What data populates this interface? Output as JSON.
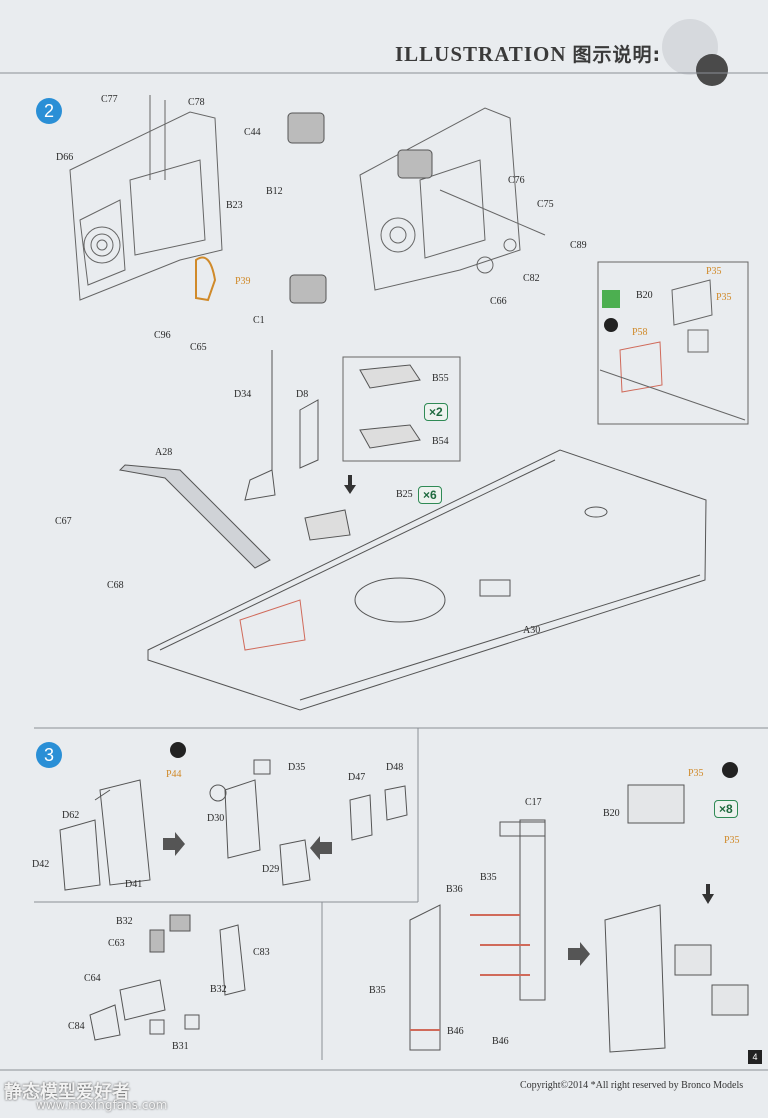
{
  "header": {
    "title": "ILLUSTRATION",
    "title_cn": "图示说明:"
  },
  "steps": [
    {
      "number": "2"
    },
    {
      "number": "3"
    }
  ],
  "quantities": {
    "b54_b55": "×2",
    "b25": "×6",
    "b20": "×8"
  },
  "labels": {
    "C77": "C77",
    "C78": "C78",
    "D66": "D66",
    "C44": "C44",
    "B12": "B12",
    "B23": "B23",
    "P39": "P39",
    "C96": "C96",
    "C65": "C65",
    "C1": "C1",
    "C76": "C76",
    "C75": "C75",
    "C89": "C89",
    "C82": "C82",
    "C66": "C66",
    "P35a": "P35",
    "B20a": "B20",
    "P35b": "P35",
    "P58": "P58",
    "D34": "D34",
    "D8": "D8",
    "B55": "B55",
    "B54": "B54",
    "A28": "A28",
    "B25": "B25",
    "C67": "C67",
    "C68": "C68",
    "A30": "A30",
    "D62": "D62",
    "D42": "D42",
    "D41": "D41",
    "P44": "P44",
    "D35": "D35",
    "D30": "D30",
    "D29": "D29",
    "D47": "D47",
    "D48": "D48",
    "C17": "C17",
    "B35a": "B35",
    "B36": "B36",
    "B35b": "B35",
    "B46a": "B46",
    "B46b": "B46",
    "P35c": "P35",
    "B20b": "B20",
    "P35d": "P35",
    "B32a": "B32",
    "C63": "C63",
    "C83": "C83",
    "C64": "C64",
    "B32b": "B32",
    "C84": "C84",
    "B31": "B31"
  },
  "footer": {
    "copyright": "Copyright©2014  *All right reserved by Bronco Models",
    "page_number": "4"
  },
  "watermark": {
    "text": "静态模型爱好者",
    "url": "www.moxingfans.com"
  }
}
